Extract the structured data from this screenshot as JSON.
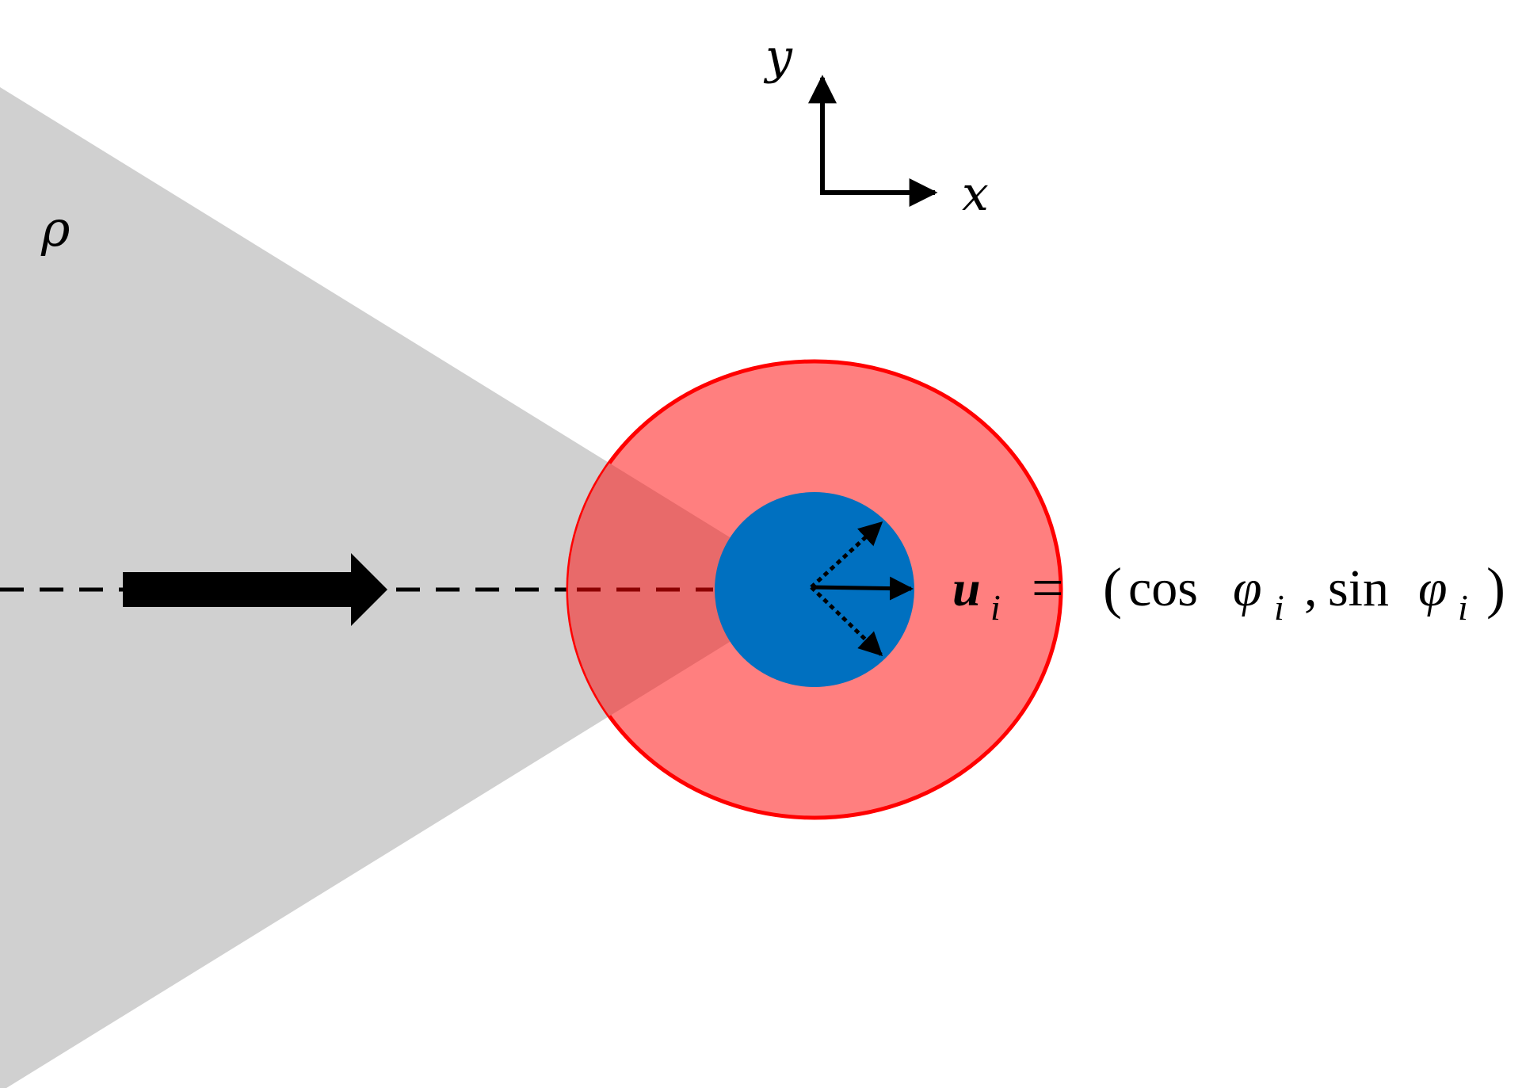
{
  "colors": {
    "background": "#ffffff",
    "cone": "#d0d0d0",
    "outer_disc_fill": "#ff7f7f",
    "outer_disc_stroke": "#ff0000",
    "cone_overlap": "#e86a6a",
    "inner_disc": "#0070c0",
    "ink": "#000000",
    "dashed_inside": "#8b0000"
  },
  "labels": {
    "density": "ρ",
    "axis_x": "x",
    "axis_y": "y",
    "velocity_symbol": "u",
    "velocity_subscript": "i",
    "equals": "=",
    "open_paren": "(",
    "cos": "cos",
    "phi": "φ",
    "phi_subscript_1": "i",
    "comma": ",",
    "sin": "sin",
    "phi_subscript_2": "i",
    "close_paren": ")"
  },
  "icons": {
    "flow_arrow": "thick-right-arrow-icon",
    "axis_arrows": "xy-axes-icon",
    "direction_arrow": "right-arrow-icon",
    "candidate_arrows": "dotted-arrow-icon"
  }
}
